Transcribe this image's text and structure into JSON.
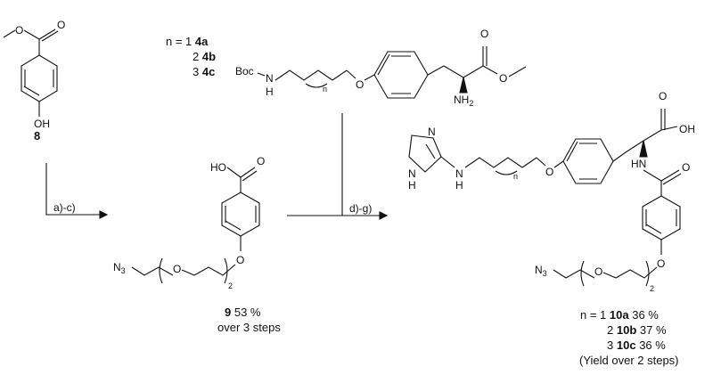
{
  "compounds": {
    "c8": {
      "number": "8",
      "oh": "OH"
    },
    "c4": {
      "rows": [
        {
          "n": "n = 1",
          "id": "4a"
        },
        {
          "n": "2",
          "id": "4b"
        },
        {
          "n": "3",
          "id": "4c"
        }
      ],
      "boc": "Boc",
      "nh": "N",
      "h_on_n": "H",
      "o_ether": "O",
      "nh2": "NH",
      "nh2_sub": "2",
      "n_sub": "n"
    },
    "c9": {
      "number": "9",
      "yield": "53 %",
      "note": "over 3 steps",
      "ho": "HO",
      "o_carbonyl": "O",
      "n3": "N",
      "n3_sub": "3",
      "o_chain": "O",
      "o_aryl": "O",
      "repeat_sub": "2"
    },
    "c10": {
      "rows": [
        {
          "n": "n = 1",
          "id": "10a",
          "yield": "36 %"
        },
        {
          "n": "2",
          "id": "10b",
          "yield": "37 %"
        },
        {
          "n": "3",
          "id": "10c",
          "yield": "36 %"
        }
      ],
      "note": "(Yield over 2 steps)",
      "oh": "OH",
      "o_acid": "O",
      "hn": "HN",
      "o_amide": "O",
      "n_ring": "N",
      "nh_ring": "N",
      "nh_ring_h": "H",
      "nh_link": "N",
      "nh_link_h": "H",
      "o_ether": "O",
      "n3": "N",
      "n3_sub": "3",
      "o_chain": "O",
      "o_aryl": "O",
      "repeat_sub": "2",
      "n_sub": "n"
    }
  },
  "arrows": {
    "step1": "a)-c)",
    "step2": "d)-g)"
  }
}
